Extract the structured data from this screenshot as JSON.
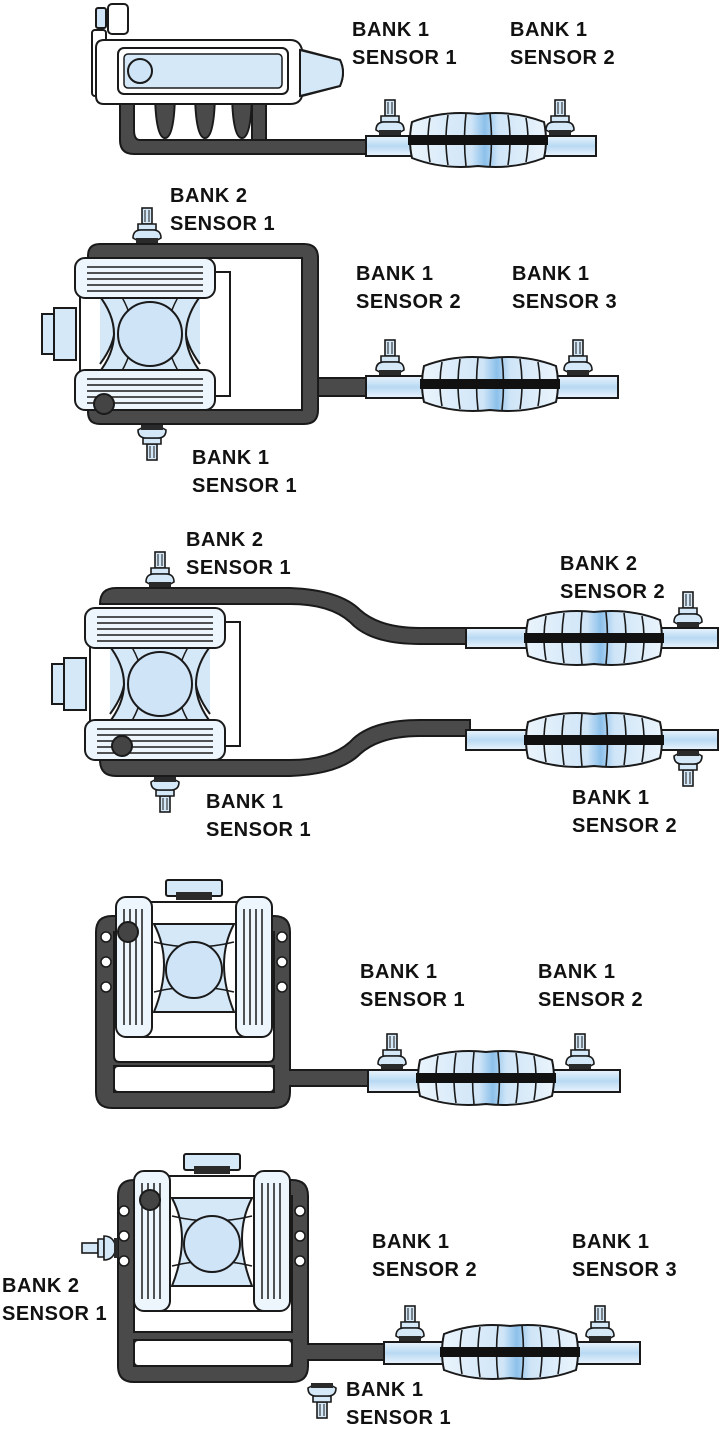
{
  "colors": {
    "pipe": "#4a4a4a",
    "outline": "#1a1a1a",
    "light_blue": "#d4e8f8",
    "mid_blue": "#a8cff0",
    "dark": "#2f2f2f"
  },
  "panels": [
    {
      "engine": "inline",
      "labels": [
        {
          "line1": "BANK 1",
          "line2": "SENSOR 1"
        },
        {
          "line1": "BANK 1",
          "line2": "SENSOR 2"
        }
      ]
    },
    {
      "engine": "v-type-single-exhaust",
      "labels": [
        {
          "line1": "BANK 2",
          "line2": "SENSOR 1"
        },
        {
          "line1": "BANK 1",
          "line2": "SENSOR 2"
        },
        {
          "line1": "BANK 1",
          "line2": "SENSOR 3"
        },
        {
          "line1": "BANK 1",
          "line2": "SENSOR 1"
        }
      ]
    },
    {
      "engine": "v-type-dual-exhaust",
      "labels": [
        {
          "line1": "BANK 2",
          "line2": "SENSOR 1"
        },
        {
          "line1": "BANK 2",
          "line2": "SENSOR 2"
        },
        {
          "line1": "BANK 1",
          "line2": "SENSOR 1"
        },
        {
          "line1": "BANK 1",
          "line2": "SENSOR 2"
        }
      ]
    },
    {
      "engine": "v-type-front-view",
      "labels": [
        {
          "line1": "BANK 1",
          "line2": "SENSOR 1"
        },
        {
          "line1": "BANK 1",
          "line2": "SENSOR 2"
        }
      ]
    },
    {
      "engine": "v-type-front-view",
      "labels": [
        {
          "line1": "BANK 1",
          "line2": "SENSOR 2"
        },
        {
          "line1": "BANK 1",
          "line2": "SENSOR 3"
        },
        {
          "line1": "BANK 2",
          "line2": "SENSOR 1"
        },
        {
          "line1": "BANK 1",
          "line2": "SENSOR 1"
        }
      ]
    }
  ]
}
